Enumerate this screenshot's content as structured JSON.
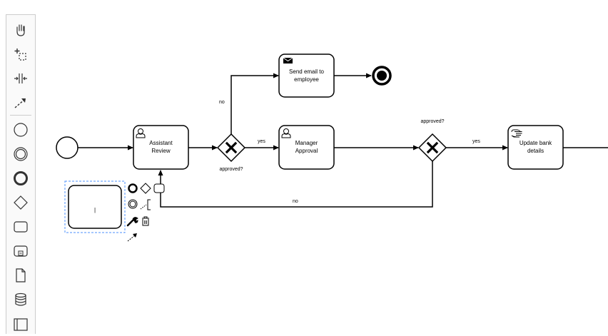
{
  "palette": {
    "tools": [
      {
        "icon": "hand-tool-icon",
        "label": "hand tool"
      },
      {
        "icon": "lasso-tool-icon",
        "label": "lasso tool"
      },
      {
        "icon": "space-tool-icon",
        "label": "space tool"
      },
      {
        "icon": "global-connect-tool-icon",
        "label": "global connect tool"
      },
      {
        "icon": "start-event-icon",
        "label": "start event"
      },
      {
        "icon": "intermediate-event-icon",
        "label": "intermediate event"
      },
      {
        "icon": "end-event-icon",
        "label": "end event"
      },
      {
        "icon": "gateway-icon",
        "label": "gateway"
      },
      {
        "icon": "task-icon",
        "label": "task"
      },
      {
        "icon": "subprocess-icon",
        "label": "subprocess"
      },
      {
        "icon": "data-object-icon",
        "label": "data object"
      },
      {
        "icon": "data-store-icon",
        "label": "data store"
      },
      {
        "icon": "participant-icon",
        "label": "participant"
      }
    ]
  },
  "diagram": {
    "tasks": {
      "assistant_review": {
        "line1": "Assistant",
        "line2": "Review",
        "type": "user-task"
      },
      "manager_approval": {
        "line1": "Manager",
        "line2": "Approval",
        "type": "user-task"
      },
      "send_email": {
        "line1": "Send email to",
        "line2": "employee",
        "type": "send-task"
      },
      "update_bank": {
        "line1": "Update bank",
        "line2": "details",
        "type": "manual-task"
      }
    },
    "gateways": {
      "gateway1_label": "approved?",
      "gateway2_label": "approved?"
    },
    "flows": {
      "g1_no": "no",
      "g1_yes": "yes",
      "g2_yes": "yes",
      "g2_no": "no"
    },
    "new_task": {
      "text": "|"
    },
    "context_pad": [
      "append-end-event-icon",
      "append-gateway-icon",
      "append-task-icon",
      "append-intermediate-event-icon",
      "append-text-annotation-icon",
      "change-type-wrench-icon",
      "delete-trash-icon",
      "connect-arrow-icon"
    ],
    "colors": {
      "stroke": "#000000",
      "selection": "#4d90fe",
      "palette_bg": "#fafafa"
    }
  }
}
